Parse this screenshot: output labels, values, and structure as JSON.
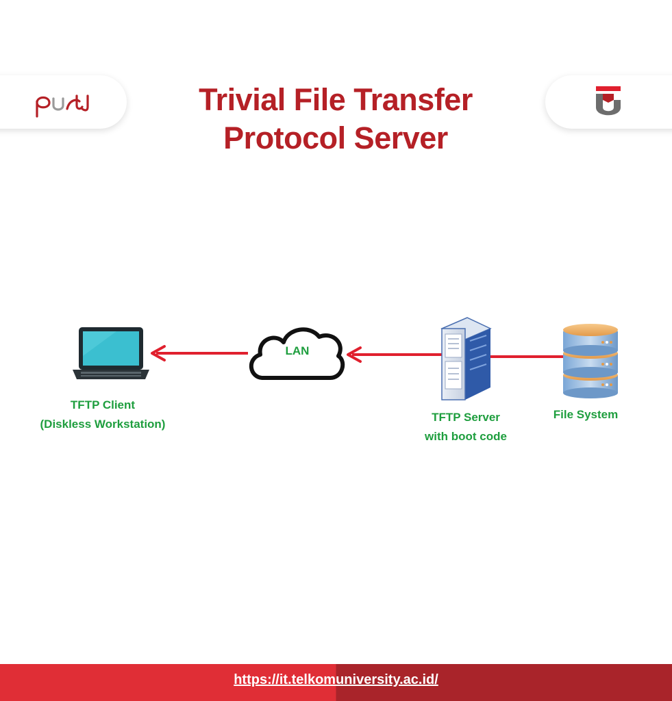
{
  "header": {
    "title_line1": "Trivial File Transfer",
    "title_line2": "Protocol Server",
    "left_logo": "puti-logo",
    "right_logo": "telkom-university-logo"
  },
  "diagram": {
    "nodes": {
      "client_line1": "TFTP Client",
      "client_line2": "(Diskless Workstation)",
      "network": "LAN",
      "server_line1": "TFTP Server",
      "server_line2": "with boot code",
      "storage": "File System"
    },
    "icons": {
      "client": "laptop-icon",
      "network": "cloud-icon",
      "server": "server-rack-icon",
      "storage": "database-icon"
    },
    "edges": [
      {
        "from": "File System",
        "to": "TFTP Server with boot code"
      },
      {
        "from": "TFTP Server with boot code",
        "to": "LAN"
      },
      {
        "from": "LAN",
        "to": "TFTP Client (Diskless Workstation)"
      }
    ]
  },
  "footer": {
    "url": "https://it.telkomuniversity.ac.id/"
  },
  "colors": {
    "brand_red": "#b52026",
    "arrow_red": "#e0202e",
    "label_green": "#1e9e3e",
    "footer_red": "#e02e36",
    "footer_dark_red": "#a9242a"
  }
}
